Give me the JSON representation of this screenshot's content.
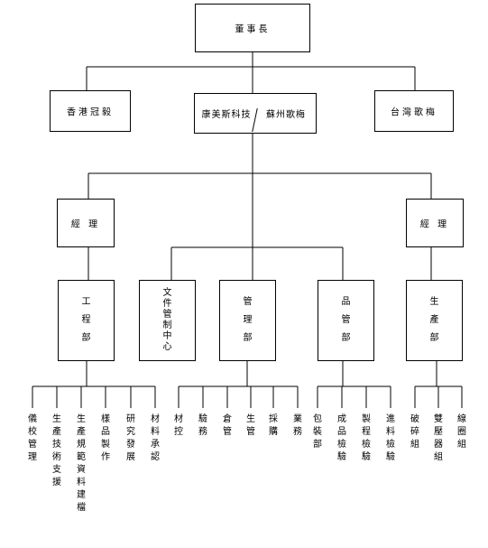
{
  "chairman": "董事長",
  "level2": {
    "left": "香港冠毅",
    "center_a": "康美斯科技",
    "center_b": "蘇州歌梅",
    "right": "台灣歌梅"
  },
  "managers": {
    "left": "經 理",
    "right": "經 理"
  },
  "departments": [
    {
      "id": "eng",
      "label": "工程部"
    },
    {
      "id": "doc",
      "label": "文件管制中心"
    },
    {
      "id": "mgmt",
      "label": "管理部"
    },
    {
      "id": "qa",
      "label": "品管部"
    },
    {
      "id": "prod",
      "label": "生產部"
    }
  ],
  "leaves": {
    "eng": [
      "儀校管理",
      "生產技術支援",
      "生產規範資料建檔",
      "樣品製作",
      "研究發展",
      "材料承認"
    ],
    "mgmt": [
      "材控",
      "驗務",
      "倉管",
      "生管",
      "採購",
      "業務"
    ],
    "qa": [
      "包裝部",
      "成品檢驗",
      "製程檢驗",
      "進料檢驗"
    ],
    "prod": [
      "破碎組",
      "雙壓器組",
      "線圈組"
    ]
  }
}
